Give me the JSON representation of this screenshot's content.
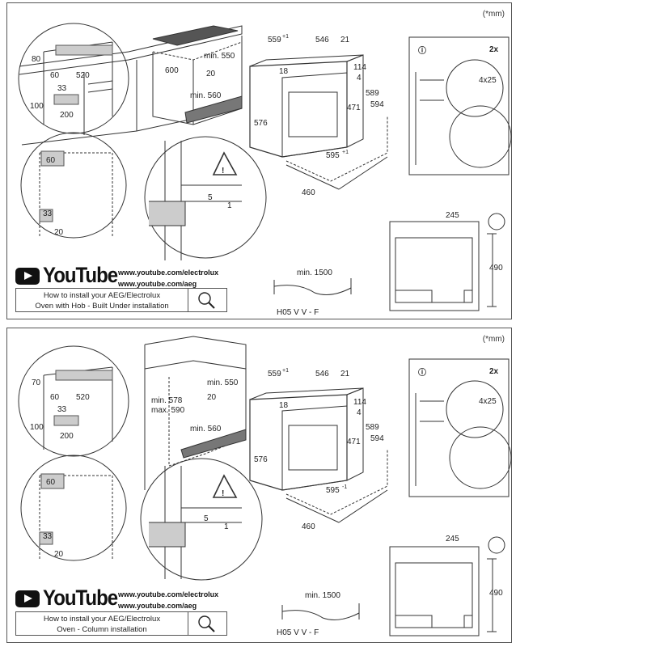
{
  "unit_note": "(*mm)",
  "panels": [
    {
      "id": "built-under",
      "youtube": {
        "logo_text": "YouTube",
        "links": [
          "www.youtube.com/electrolux",
          "www.youtube.com/aeg"
        ],
        "howto_line1": "How to install your AEG/Electrolux",
        "howto_line2": "Oven with Hob - Built Under installation"
      },
      "cabinet_dims": {
        "d80": "80",
        "d60": "60",
        "d520": "520",
        "d33": "33",
        "d100": "100",
        "d200": "200",
        "d600": "600",
        "min550": "min. 550",
        "d20": "20",
        "min560": "min. 560"
      },
      "detail_dims": {
        "d60": "60",
        "d33": "33",
        "d20": "20"
      },
      "vent_dims": {
        "d5": "5",
        "d1": "1"
      },
      "oven_dims": {
        "w559": "559",
        "w559_tol": "+1",
        "d546": "546",
        "d21": "21",
        "d18": "18",
        "d114": "114",
        "d4": "4",
        "d589": "589",
        "d594": "594",
        "d471": "471",
        "d576": "576",
        "w595": "595",
        "w595_tol": "+1",
        "d460": "460"
      },
      "screws": {
        "count": "2x",
        "size": "4x25"
      },
      "door_dims": {
        "d245": "245",
        "d490": "490"
      },
      "cable": {
        "min": "min. 1500",
        "label": "H05 V V - F"
      }
    },
    {
      "id": "column",
      "youtube": {
        "logo_text": "YouTube",
        "links": [
          "www.youtube.com/electrolux",
          "www.youtube.com/aeg"
        ],
        "howto_line1": "How to install your AEG/Electrolux",
        "howto_line2": "Oven - Column installation"
      },
      "cabinet_dims": {
        "d70": "70",
        "d60": "60",
        "d520": "520",
        "d33": "33",
        "d100": "100",
        "d200": "200",
        "min578": "min. 578",
        "max590": "max. 590",
        "min550": "min. 550",
        "d20": "20",
        "min560": "min. 560"
      },
      "detail_dims": {
        "d60": "60",
        "d33": "33",
        "d20": "20"
      },
      "vent_dims": {
        "d5": "5",
        "d1": "1"
      },
      "oven_dims": {
        "w559": "559",
        "w559_tol": "+1",
        "d546": "546",
        "d21": "21",
        "d18": "18",
        "d114": "114",
        "d4": "4",
        "d589": "589",
        "d594": "594",
        "d471": "471",
        "d576": "576",
        "w595": "595",
        "w595_tol": "-1",
        "d460": "460"
      },
      "screws": {
        "count": "2x",
        "size": "4x25"
      },
      "door_dims": {
        "d245": "245",
        "d490": "490"
      },
      "cable": {
        "min": "min. 1500",
        "label": "H05 V V - F"
      }
    }
  ]
}
